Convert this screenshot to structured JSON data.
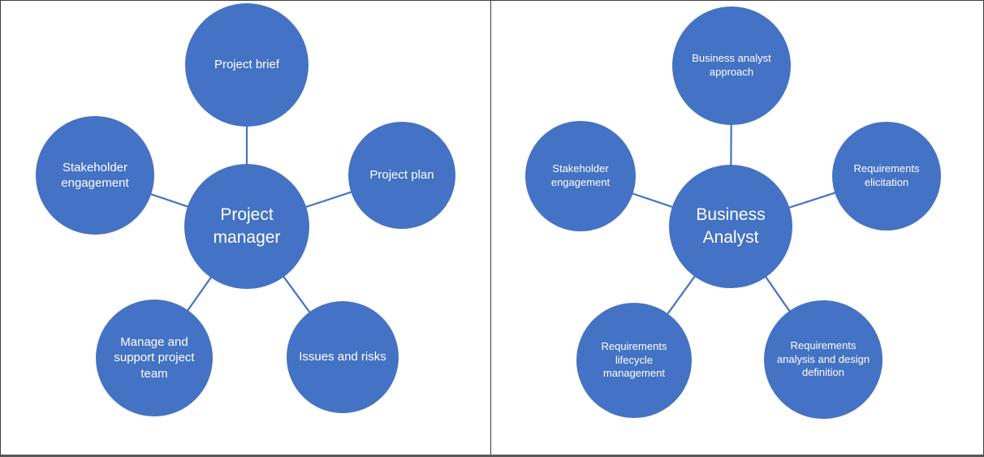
{
  "colors": {
    "node_fill": "#4472C4",
    "connector": "#4472C4",
    "node_text": "#FFFFFF",
    "panel_border": "#404040"
  },
  "diagrams": [
    {
      "name": "project-manager-diagram",
      "center": {
        "label": "Project manager"
      },
      "satellites": [
        {
          "position": "top",
          "label": "Project brief"
        },
        {
          "position": "right",
          "label": "Project plan"
        },
        {
          "position": "left",
          "label": "Stakeholder engagement"
        },
        {
          "position": "bottom-left",
          "label": "Manage and support project team"
        },
        {
          "position": "bottom-right",
          "label": "Issues and risks"
        }
      ]
    },
    {
      "name": "business-analyst-diagram",
      "center": {
        "label": "Business Analyst"
      },
      "satellites": [
        {
          "position": "top",
          "label": "Business analyst approach"
        },
        {
          "position": "right",
          "label": "Requirements elicitation"
        },
        {
          "position": "left",
          "label": "Stakeholder engagement"
        },
        {
          "position": "bottom-left",
          "label": "Requirements lifecycle management"
        },
        {
          "position": "bottom-right",
          "label": "Requirements analysis and design definition"
        }
      ]
    }
  ]
}
